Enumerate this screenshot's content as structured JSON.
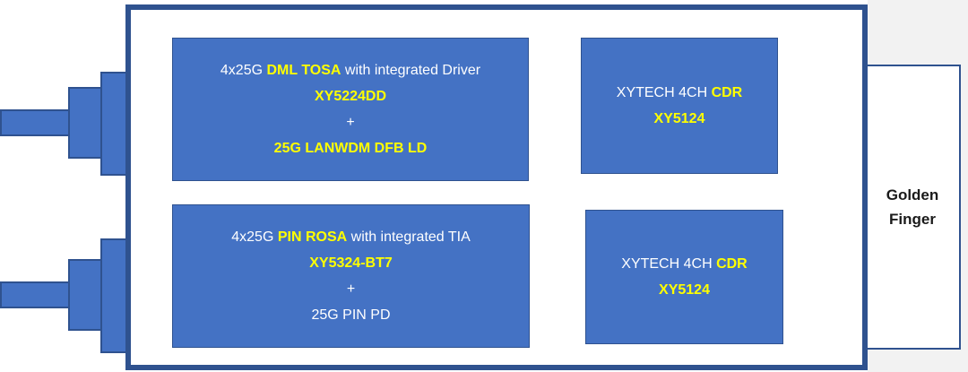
{
  "tosa_block": {
    "line1_prefix": "4x25G ",
    "line1_highlight": "DML TOSA",
    "line1_suffix": " with integrated Driver",
    "part_number": "XY5224DD",
    "plus": "+",
    "line4": "25G LANWDM DFB LD"
  },
  "rosa_block": {
    "line1_prefix": "4x25G ",
    "line1_highlight": "PIN ROSA",
    "line1_suffix": " with integrated TIA",
    "part_number": "XY5324-BT7",
    "plus": "+",
    "line4": "25G PIN PD"
  },
  "cdr_top": {
    "prefix": "XYTECH 4CH ",
    "highlight": "CDR",
    "part_number": "XY5124"
  },
  "cdr_bottom": {
    "prefix": "XYTECH 4CH ",
    "highlight": "CDR",
    "part_number": "XY5124"
  },
  "golden_finger": {
    "label": "Golden Finger"
  },
  "colors": {
    "block_fill": "#4472c4",
    "border": "#2f528f",
    "highlight_text": "#ffff00",
    "text": "#ffffff"
  }
}
